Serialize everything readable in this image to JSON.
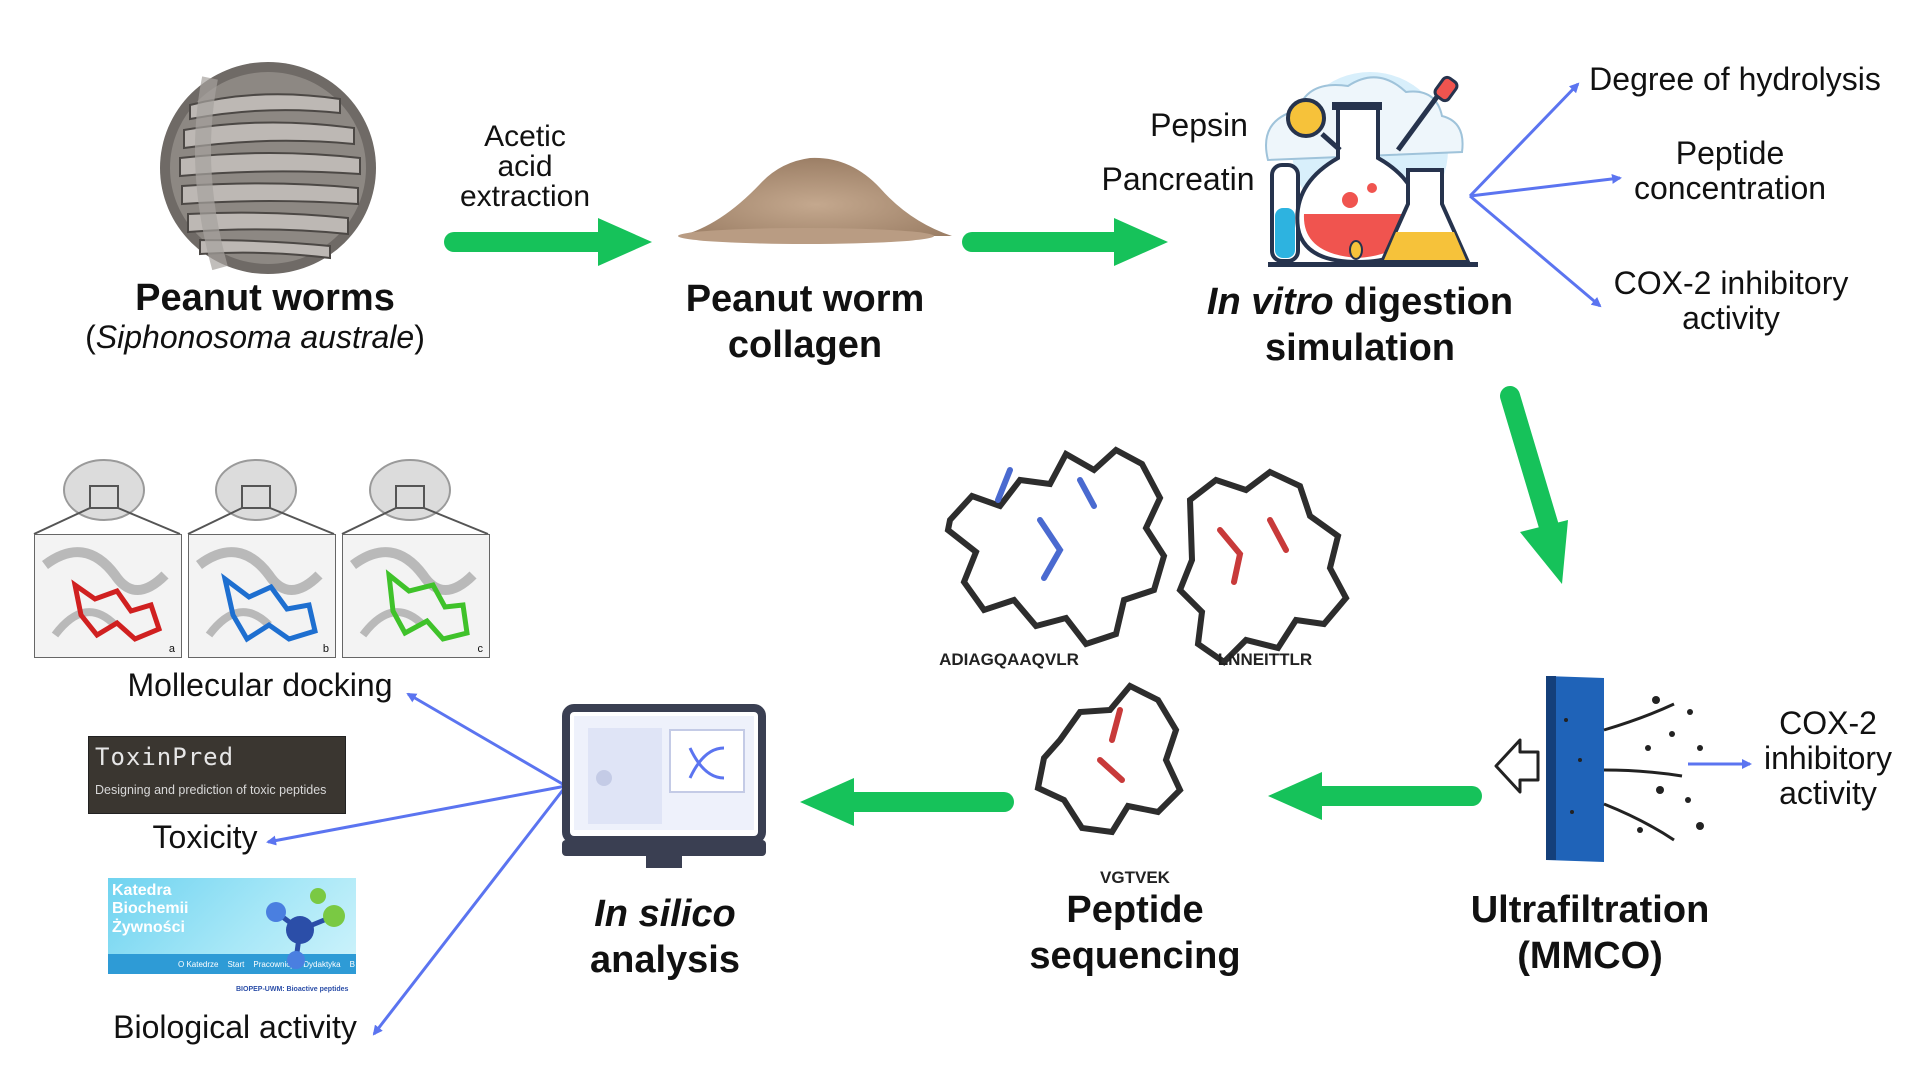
{
  "colors": {
    "flow_arrow": "#16c25a",
    "thin_arrow": "#5b74f0",
    "panel_bg": "#f3f3f3"
  },
  "steps": {
    "worms": {
      "title": "Peanut worms",
      "open": "(",
      "species": "Siphonosoma australe",
      "close": ")"
    },
    "extraction": {
      "line1": "Acetic",
      "line2": "acid",
      "line3": "extraction"
    },
    "collagen": {
      "line1": "Peanut worm",
      "line2": "collagen"
    },
    "digestion": {
      "italic": "In vitro",
      "rest": " digestion",
      "line2": "simulation",
      "enzyme1": "Pepsin",
      "enzyme2": "Pancreatin"
    },
    "ultrafiltration": {
      "line1": "Ultrafiltration",
      "line2": "(MMCO)"
    },
    "sequencing": {
      "line1": "Peptide",
      "line2": "sequencing"
    },
    "insilico": {
      "italic": "In silico",
      "line2": "analysis"
    }
  },
  "digestion_outputs": {
    "o1": "Degree of hydrolysis",
    "o2_line1": "Peptide",
    "o2_line2": "concentration",
    "o3_line1": "COX-2 inhibitory",
    "o3_line2": "activity"
  },
  "ultrafiltration_output": {
    "line1": "COX-2",
    "line2": "inhibitory",
    "line3": "activity"
  },
  "peptides": {
    "p1": "ADIAGQAAQVLR",
    "p2": "LNNEITTLR",
    "p3": "VGTVEK"
  },
  "insilico_outputs": {
    "docking": "Mollecular docking",
    "toxicity": "Toxicity",
    "bioactivity": "Biological activity"
  },
  "docking_panels": {
    "a": "a",
    "b": "b",
    "c": "c"
  },
  "toxinpred": {
    "title": "ToxinPred",
    "subtitle": "Designing and prediction of toxic peptides"
  },
  "biopep": {
    "title": "Katedra\nBiochemii\nŻywności",
    "nav": [
      "O Katedrze",
      "Start",
      "Pracownicy",
      "Dydaktyka",
      "B"
    ],
    "caption": "BIOPEP-UWM: Bioactive peptides"
  }
}
